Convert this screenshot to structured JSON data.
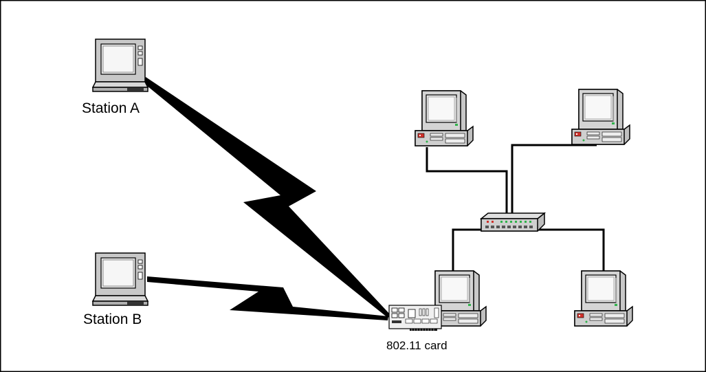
{
  "diagram": {
    "nodes": {
      "station_a": {
        "label": "Station A",
        "kind": "laptop"
      },
      "station_b": {
        "label": "Station B",
        "kind": "laptop"
      },
      "card": {
        "label": "802.11 card",
        "kind": "network-card"
      },
      "hub": {
        "kind": "hub"
      },
      "desktop_top_left": {
        "kind": "desktop"
      },
      "desktop_top_right": {
        "kind": "desktop"
      },
      "desktop_bottom_left": {
        "kind": "desktop"
      },
      "desktop_bottom_right": {
        "kind": "desktop"
      }
    },
    "links": [
      {
        "from": "station_a",
        "to": "card",
        "type": "wireless"
      },
      {
        "from": "station_b",
        "to": "card",
        "type": "wireless"
      },
      {
        "from": "desktop_top_left",
        "to": "hub",
        "type": "wired"
      },
      {
        "from": "desktop_top_right",
        "to": "hub",
        "type": "wired"
      },
      {
        "from": "desktop_bottom_left",
        "to": "hub",
        "type": "wired"
      },
      {
        "from": "desktop_bottom_right",
        "to": "hub",
        "type": "wired"
      }
    ],
    "colors": {
      "frame": "#000000",
      "device_body": "#c8c8c8",
      "device_shadow": "#888888",
      "screen": "#e6e6e6",
      "led_green": "#2fb34a",
      "led_red": "#d0302a",
      "card_board": "#f0f0f0"
    }
  }
}
